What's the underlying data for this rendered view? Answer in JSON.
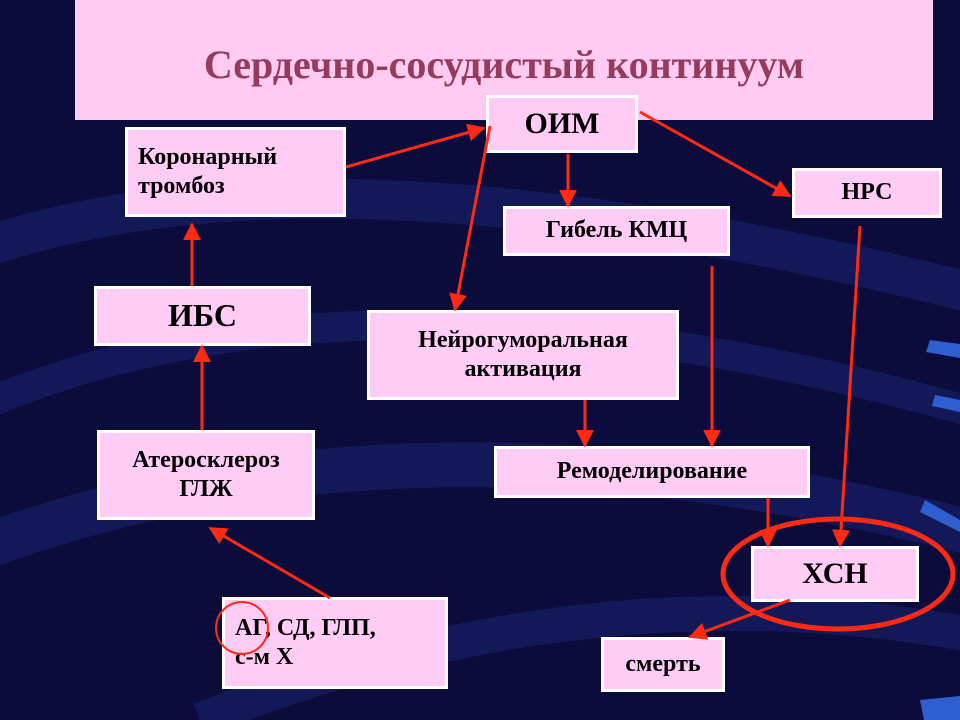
{
  "title": "Сердечно-сосудистый континуум",
  "colors": {
    "background": "#0b0b3c",
    "title_box": "#ffcbf3",
    "title_text": "#963b5c",
    "node_fill": "#ffccf5",
    "arrow": "#ff2a14",
    "highlight_ellipse": "#ff2a14"
  },
  "nodes": {
    "coronary_thrombosis": "Коронарный\nтромбоз",
    "oim": "ОИМ",
    "nrs": "НРС",
    "kmc_death": "Гибель КМЦ",
    "ibs": "ИБС",
    "neurohumoral": "Нейрогуморальная\nактивация",
    "atherosclerosis": "Атеросклероз\nГЛЖ",
    "remodeling": "Ремоделирование",
    "hsn": "ХСН",
    "risk_factors": "АГ, СД, ГЛП,\nс-м Х",
    "death": "смерть"
  },
  "edges": [
    {
      "from": "risk_factors",
      "to": "atherosclerosis"
    },
    {
      "from": "atherosclerosis",
      "to": "ibs"
    },
    {
      "from": "ibs",
      "to": "coronary_thrombosis"
    },
    {
      "from": "coronary_thrombosis",
      "to": "oim"
    },
    {
      "from": "oim",
      "to": "kmc_death"
    },
    {
      "from": "oim",
      "to": "neurohumoral"
    },
    {
      "from": "oim",
      "to": "nrs"
    },
    {
      "from": "neurohumoral",
      "to": "remodeling"
    },
    {
      "from": "kmc_death",
      "to": "remodeling"
    },
    {
      "from": "remodeling",
      "to": "hsn"
    },
    {
      "from": "nrs",
      "to": "hsn"
    },
    {
      "from": "hsn",
      "to": "death"
    }
  ],
  "highlights": [
    "hsn",
    "risk_factors"
  ]
}
